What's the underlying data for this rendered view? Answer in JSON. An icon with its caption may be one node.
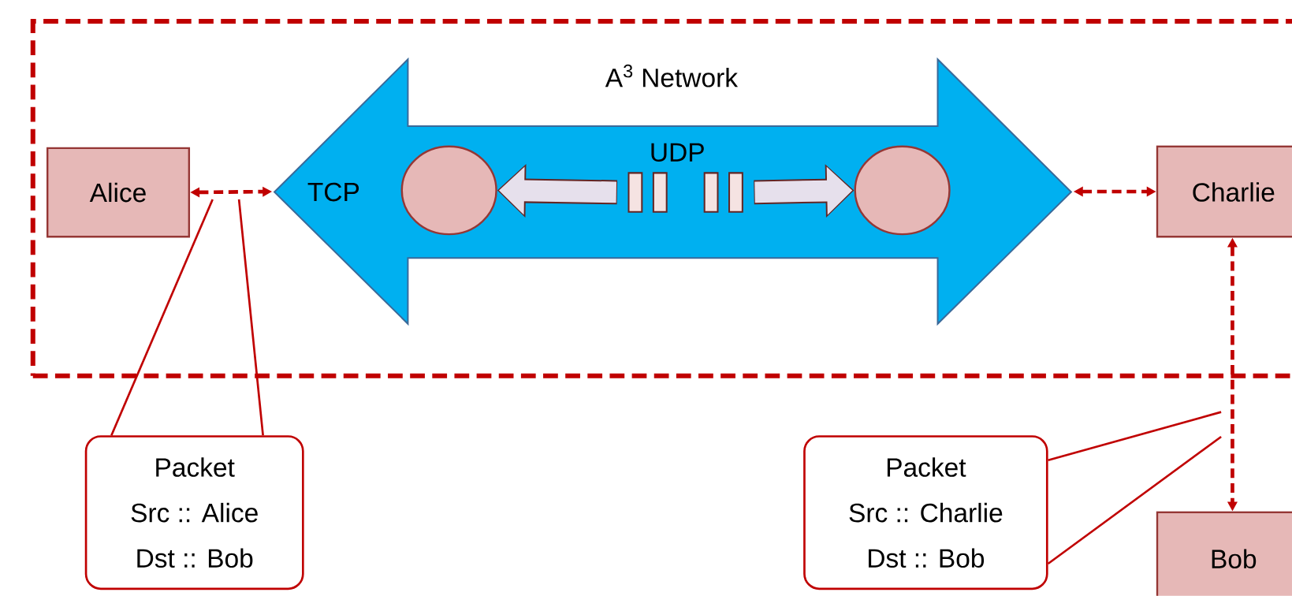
{
  "diagram": {
    "nodes": [
      {
        "text": [
          "A$^{3}$ Network"
        ]
      },
      {
        "text": [
          "Alice"
        ],
        "in": 0
      },
      {
        "text": [
          "TCP"
        ],
        "in": 0
      },
      {
        "text": [],
        "shape": "circle",
        "in": 2
      },
      {
        "text": [],
        "shape": "circle",
        "in": 2
      },
      {
        "text": [],
        "shape": "bar",
        "in": 2
      },
      {
        "text": [],
        "shape": "bar",
        "in": 2
      },
      {
        "text": [],
        "shape": "bar",
        "in": 2
      },
      {
        "text": [],
        "shape": "bar",
        "in": 2
      },
      {
        "text": [
          "Charlie"
        ],
        "in": 0
      },
      {
        "text": [
          "Bob"
        ]
      },
      {
        "text": [
          "Packet",
          "Src :: Alice",
          "Dst :: Bob"
        ]
      },
      {
        "text": [
          "Packet",
          "Src :: Charlie",
          "Dst :: Bob"
        ]
      }
    ],
    "edges": [
      {
        "from": 1,
        "to": 2,
        "arrow": "both",
        "style": "dashed"
      },
      {
        "from": 2,
        "to": 9,
        "arrow": "both",
        "style": "dashed"
      },
      {
        "from": 9,
        "to": 10,
        "arrow": "both",
        "style": "dashed"
      },
      {
        "from": 5,
        "to": 3,
        "arrow": "to",
        "style": "thick",
        "color": "#e6e0ec"
      },
      {
        "from": 8,
        "to": 4,
        "arrow": "to",
        "style": "thick",
        "color": "#e6e0ec"
      },
      {
        "from": 11,
        "to": null,
        "arrow": "none"
      },
      {
        "from": 11,
        "to": null,
        "arrow": "none"
      },
      {
        "from": 12,
        "to": null,
        "arrow": "none"
      },
      {
        "from": 12,
        "to": null,
        "arrow": "none"
      }
    ],
    "labels": [
      "UDP"
    ]
  }
}
